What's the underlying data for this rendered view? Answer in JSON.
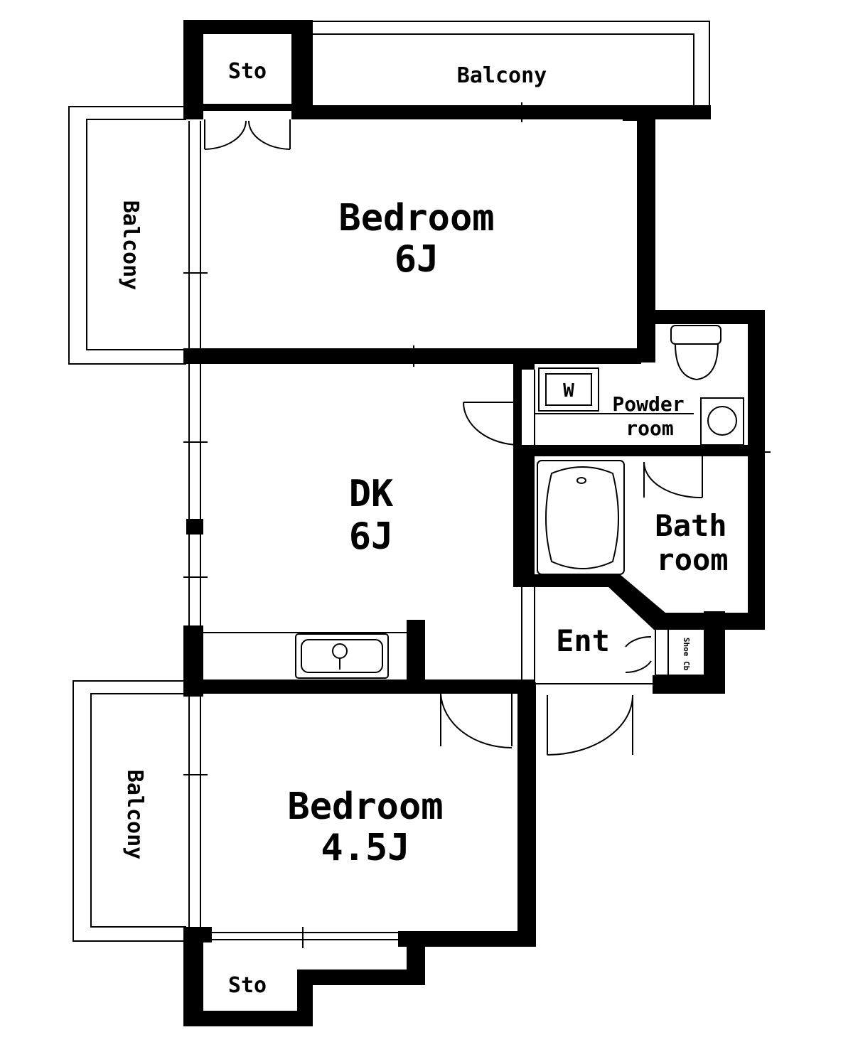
{
  "rooms": {
    "storage_top": "Sto",
    "balcony_top": "Balcony",
    "balcony_left_upper": "Balcony",
    "bedroom_upper": {
      "name": "Bedroom",
      "size": "6J"
    },
    "dk": {
      "name": "DK",
      "size": "6J"
    },
    "powder_room": {
      "line1": "Powder",
      "line2": "room"
    },
    "washer": "W",
    "bath_room": {
      "line1": "Bath",
      "line2": "room"
    },
    "entrance": "Ent",
    "shoe_storage": "Shoe Cb",
    "balcony_left_lower": "Balcony",
    "bedroom_lower": {
      "name": "Bedroom",
      "size": "4.5J"
    },
    "storage_bottom": "Sto"
  }
}
